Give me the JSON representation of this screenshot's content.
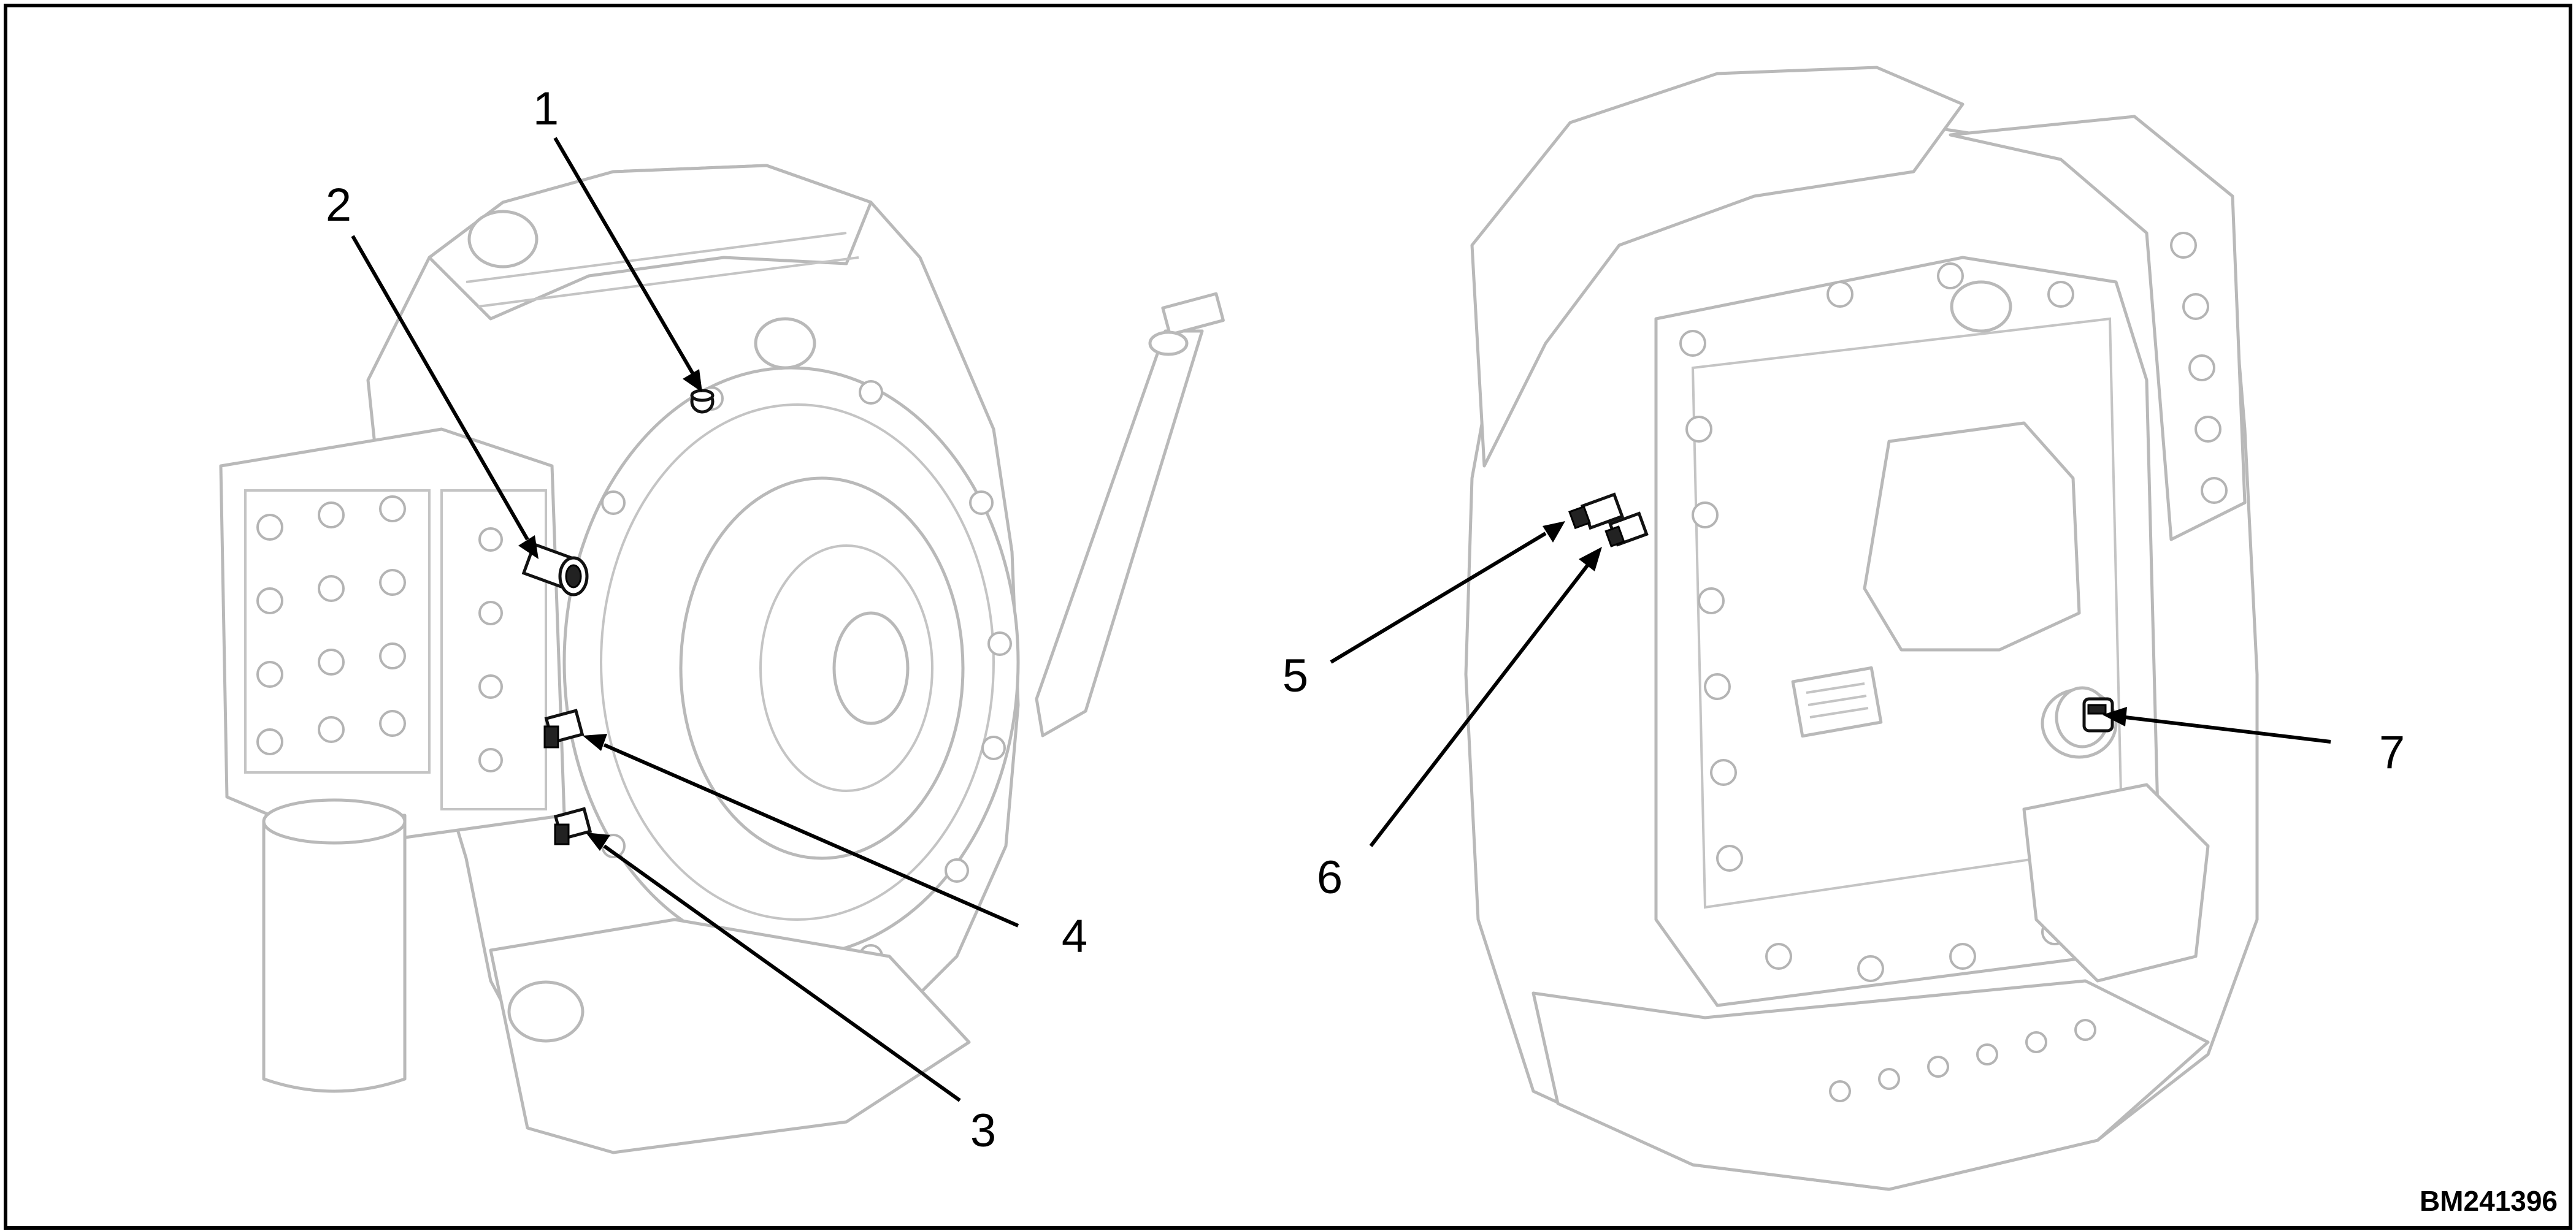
{
  "figure": {
    "doc_id": "BM241396",
    "callouts": [
      {
        "label": "1"
      },
      {
        "label": "2"
      },
      {
        "label": "3"
      },
      {
        "label": "4"
      },
      {
        "label": "5"
      },
      {
        "label": "6"
      },
      {
        "label": "7"
      }
    ]
  }
}
